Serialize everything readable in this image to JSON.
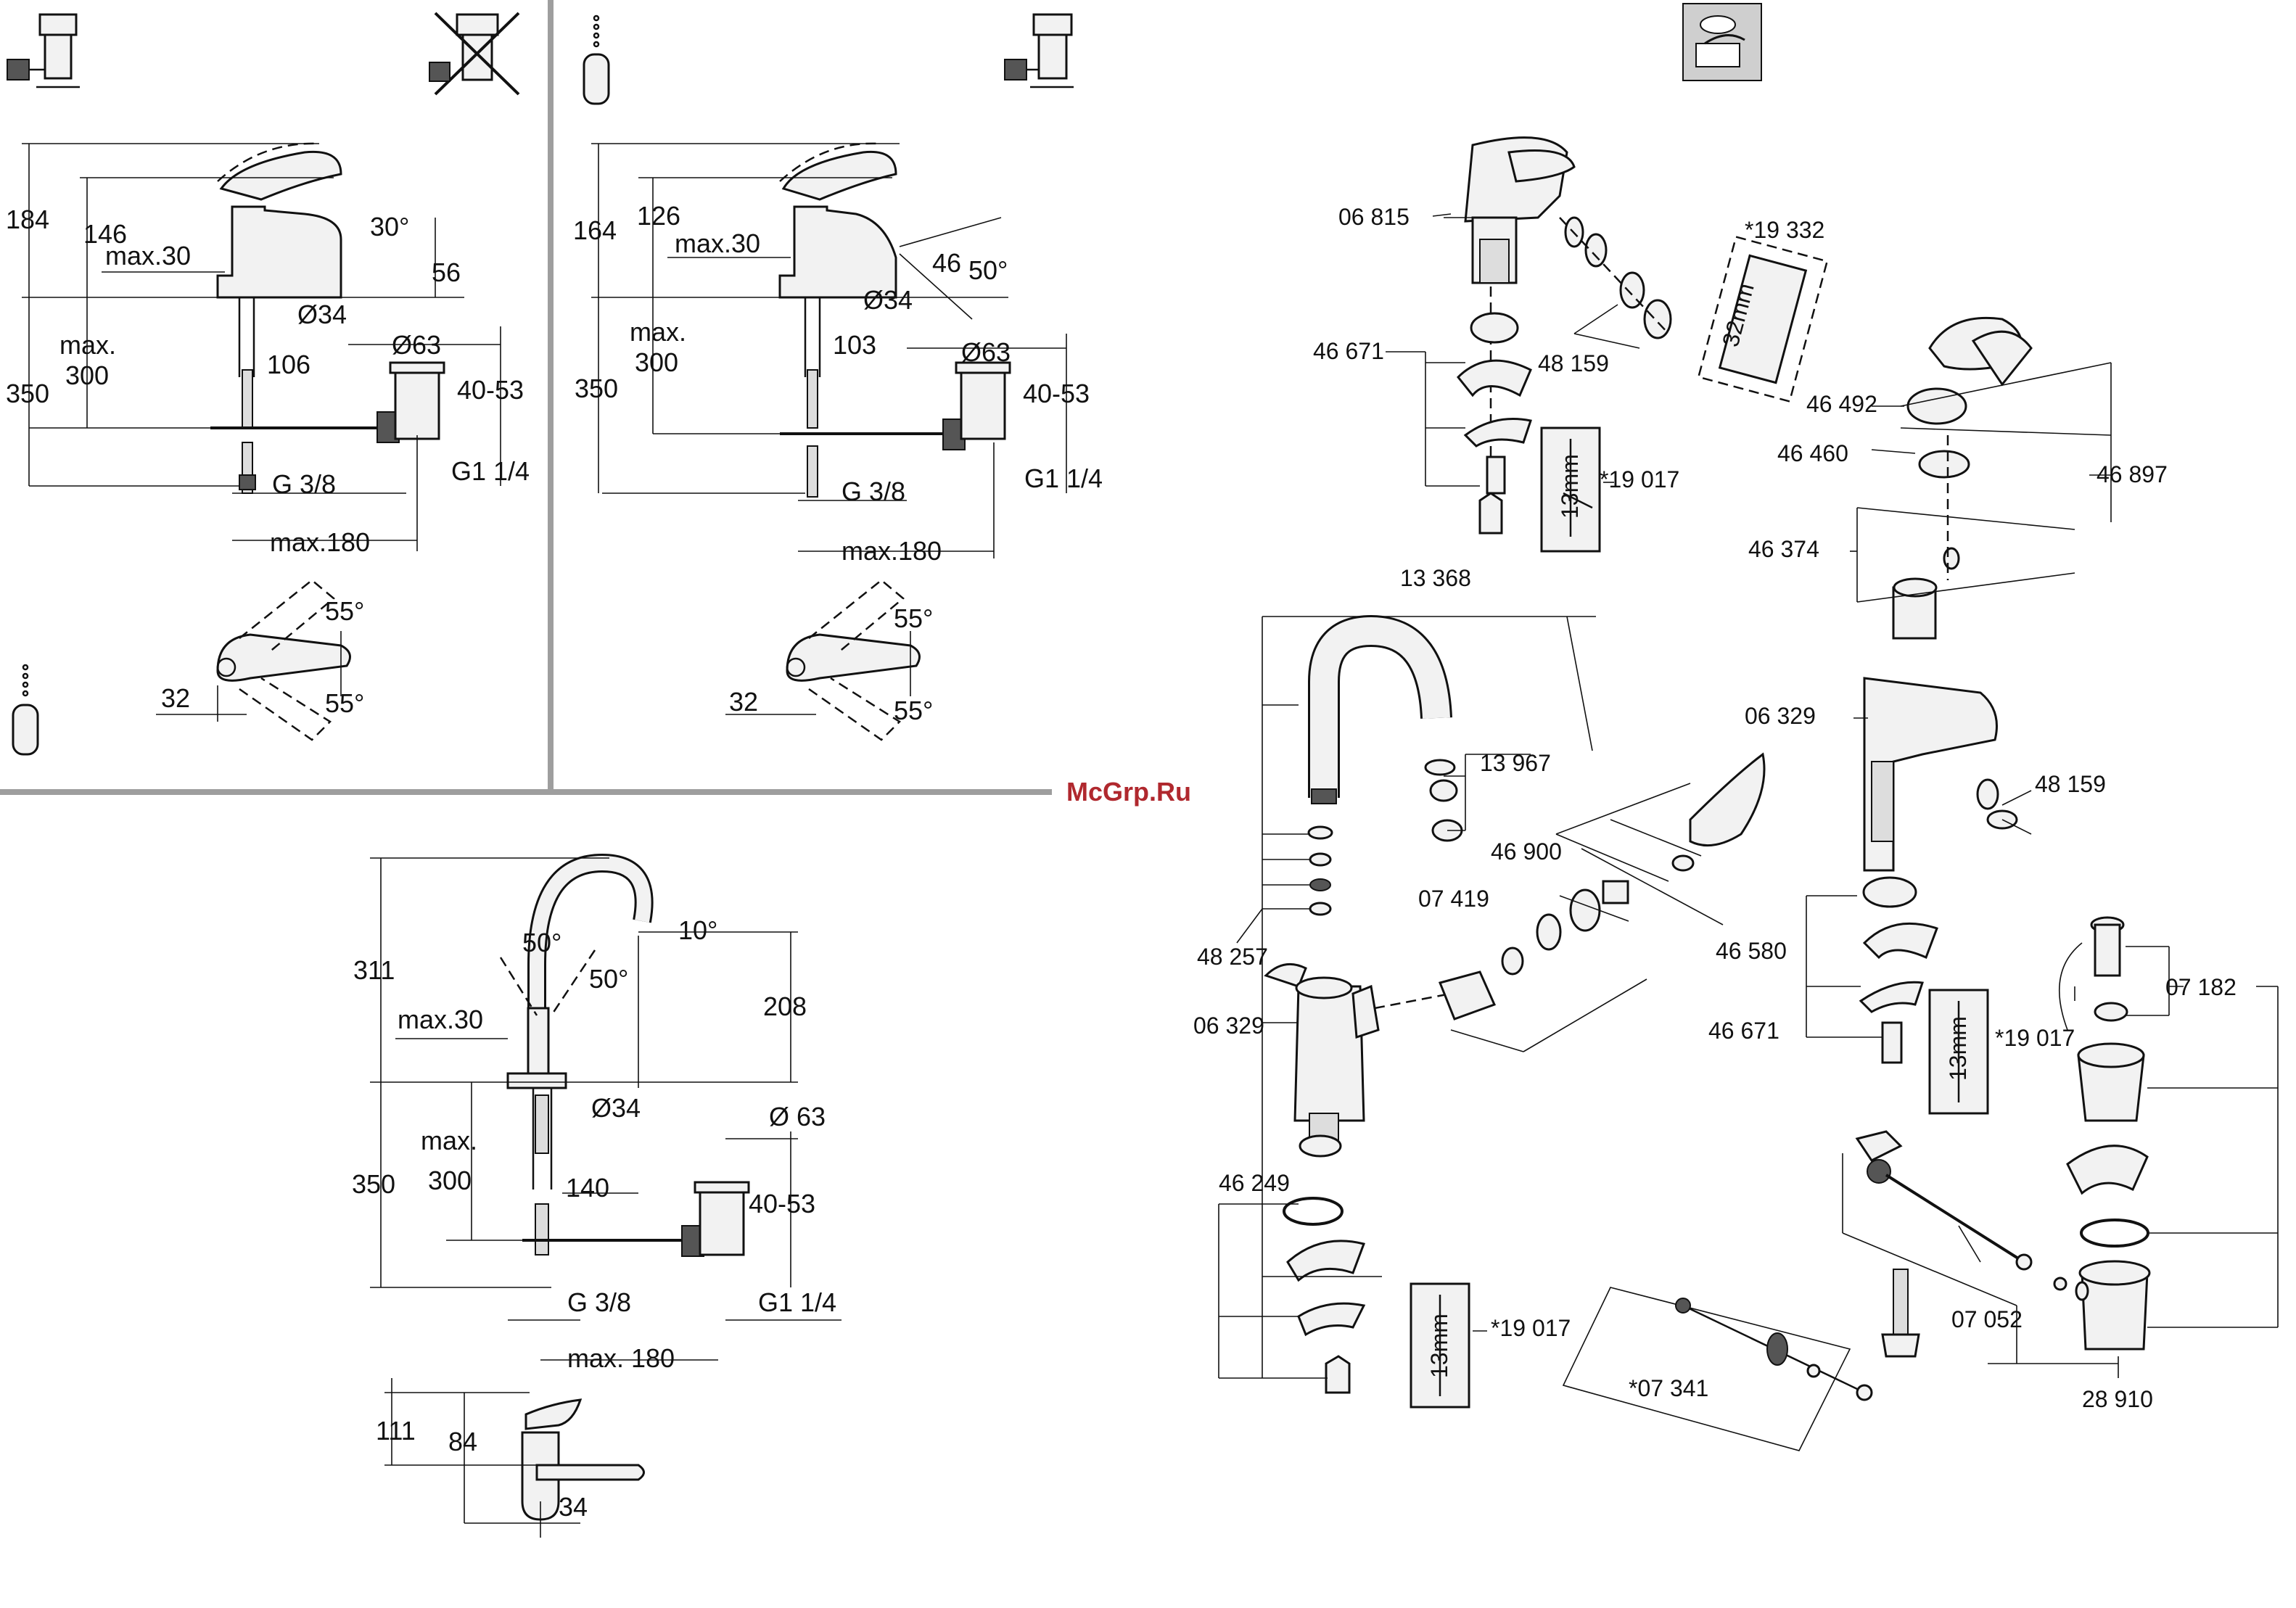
{
  "watermark": "McGrp.Ru",
  "panel_top_left": {
    "dims": {
      "h_total": "184",
      "h_spout": "146",
      "lever_max": "max.30",
      "angle": "30°",
      "spout_h": "56",
      "dia_hole": "Ø34",
      "reach": "106",
      "dia_waste": "Ø63",
      "below": "350",
      "max_label": "max.",
      "max_300": "300",
      "waste_range": "40-53",
      "conn_g38": "G 3/8",
      "conn_g114": "G1 1/4",
      "max180": "max.180",
      "plan_angle_top": "55°",
      "plan_angle_bottom": "55°",
      "plan_offset": "32"
    }
  },
  "panel_top_middle": {
    "dims": {
      "h_total": "164",
      "h_spout": "126",
      "lever_max": "max.30",
      "spout_h": "46",
      "angle": "50°",
      "dia_hole": "Ø34",
      "reach": "103",
      "dia_waste": "Ø63",
      "below": "350",
      "max_label": "max.",
      "max_300": "300",
      "waste_range": "40-53",
      "conn_g38": "G 3/8",
      "conn_g114": "G1 1/4",
      "max180": "max.180",
      "plan_angle_top": "55°",
      "plan_angle_bottom": "55°",
      "plan_offset": "32"
    }
  },
  "panel_bottom_left": {
    "dims": {
      "h_total": "311",
      "angle_left": "50°",
      "angle_right": "50°",
      "angle_spout": "10°",
      "spout_h": "208",
      "lever_max": "max.30",
      "dia_hole": "Ø34",
      "dia_waste": "Ø 63",
      "below": "350",
      "max_label": "max.",
      "max_300": "300",
      "reach": "140",
      "waste_range": "40-53",
      "conn_g38": "G 3/8",
      "conn_g114": "G1 1/4",
      "max180": "max. 180",
      "side_111": "111",
      "side_84": "84",
      "side_34": "34"
    }
  },
  "parts_top_left": [
    "06 815",
    "46 671",
    "48 159",
    "*19 017"
  ],
  "parts_right": [
    "*19 332",
    "46 492",
    "46 460",
    "46 897",
    "46 374",
    "06 329",
    "48 159",
    "46 671",
    "*19 017",
    "07 182",
    "07 052",
    "*07 341",
    "28 910"
  ],
  "parts_middle": [
    "13 368",
    "13 967",
    "46 900",
    "07 419",
    "46 580",
    "48 257",
    "06 329",
    "46 249",
    "*19 017"
  ],
  "small_labels": {
    "mm13": "13mm",
    "mm32": "32mm"
  }
}
